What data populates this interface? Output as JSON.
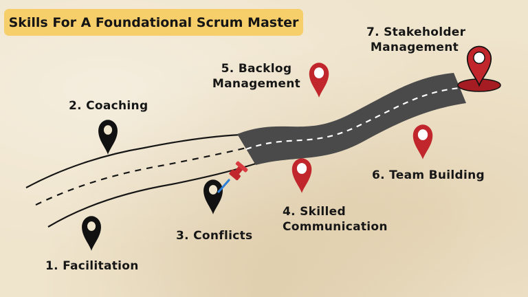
{
  "title": "Skills For A Foundational Scrum Master",
  "colors": {
    "title_bg": "#f6cf6b",
    "red_pin": "#c0262c",
    "black_pin": "#111111",
    "road": "#4a4a4a",
    "background": "#efe4cc"
  },
  "steps": [
    {
      "label": "1. Facilitation",
      "pin": "black-map-pin-icon"
    },
    {
      "label": "2. Coaching",
      "pin": "black-map-pin-icon"
    },
    {
      "label": "3. Conflicts",
      "pin": "black-map-pin-icon"
    },
    {
      "label": "4. Skilled",
      "label2": "Communication",
      "pin": "red-map-pin-icon"
    },
    {
      "label": "5. Backlog",
      "label2": "Management",
      "pin": "red-map-pin-icon"
    },
    {
      "label": "6. Team Building",
      "pin": "red-map-pin-icon"
    },
    {
      "label": "7. Stakeholder",
      "label2": "Management",
      "pin": "large-red-map-pin-icon"
    }
  ]
}
